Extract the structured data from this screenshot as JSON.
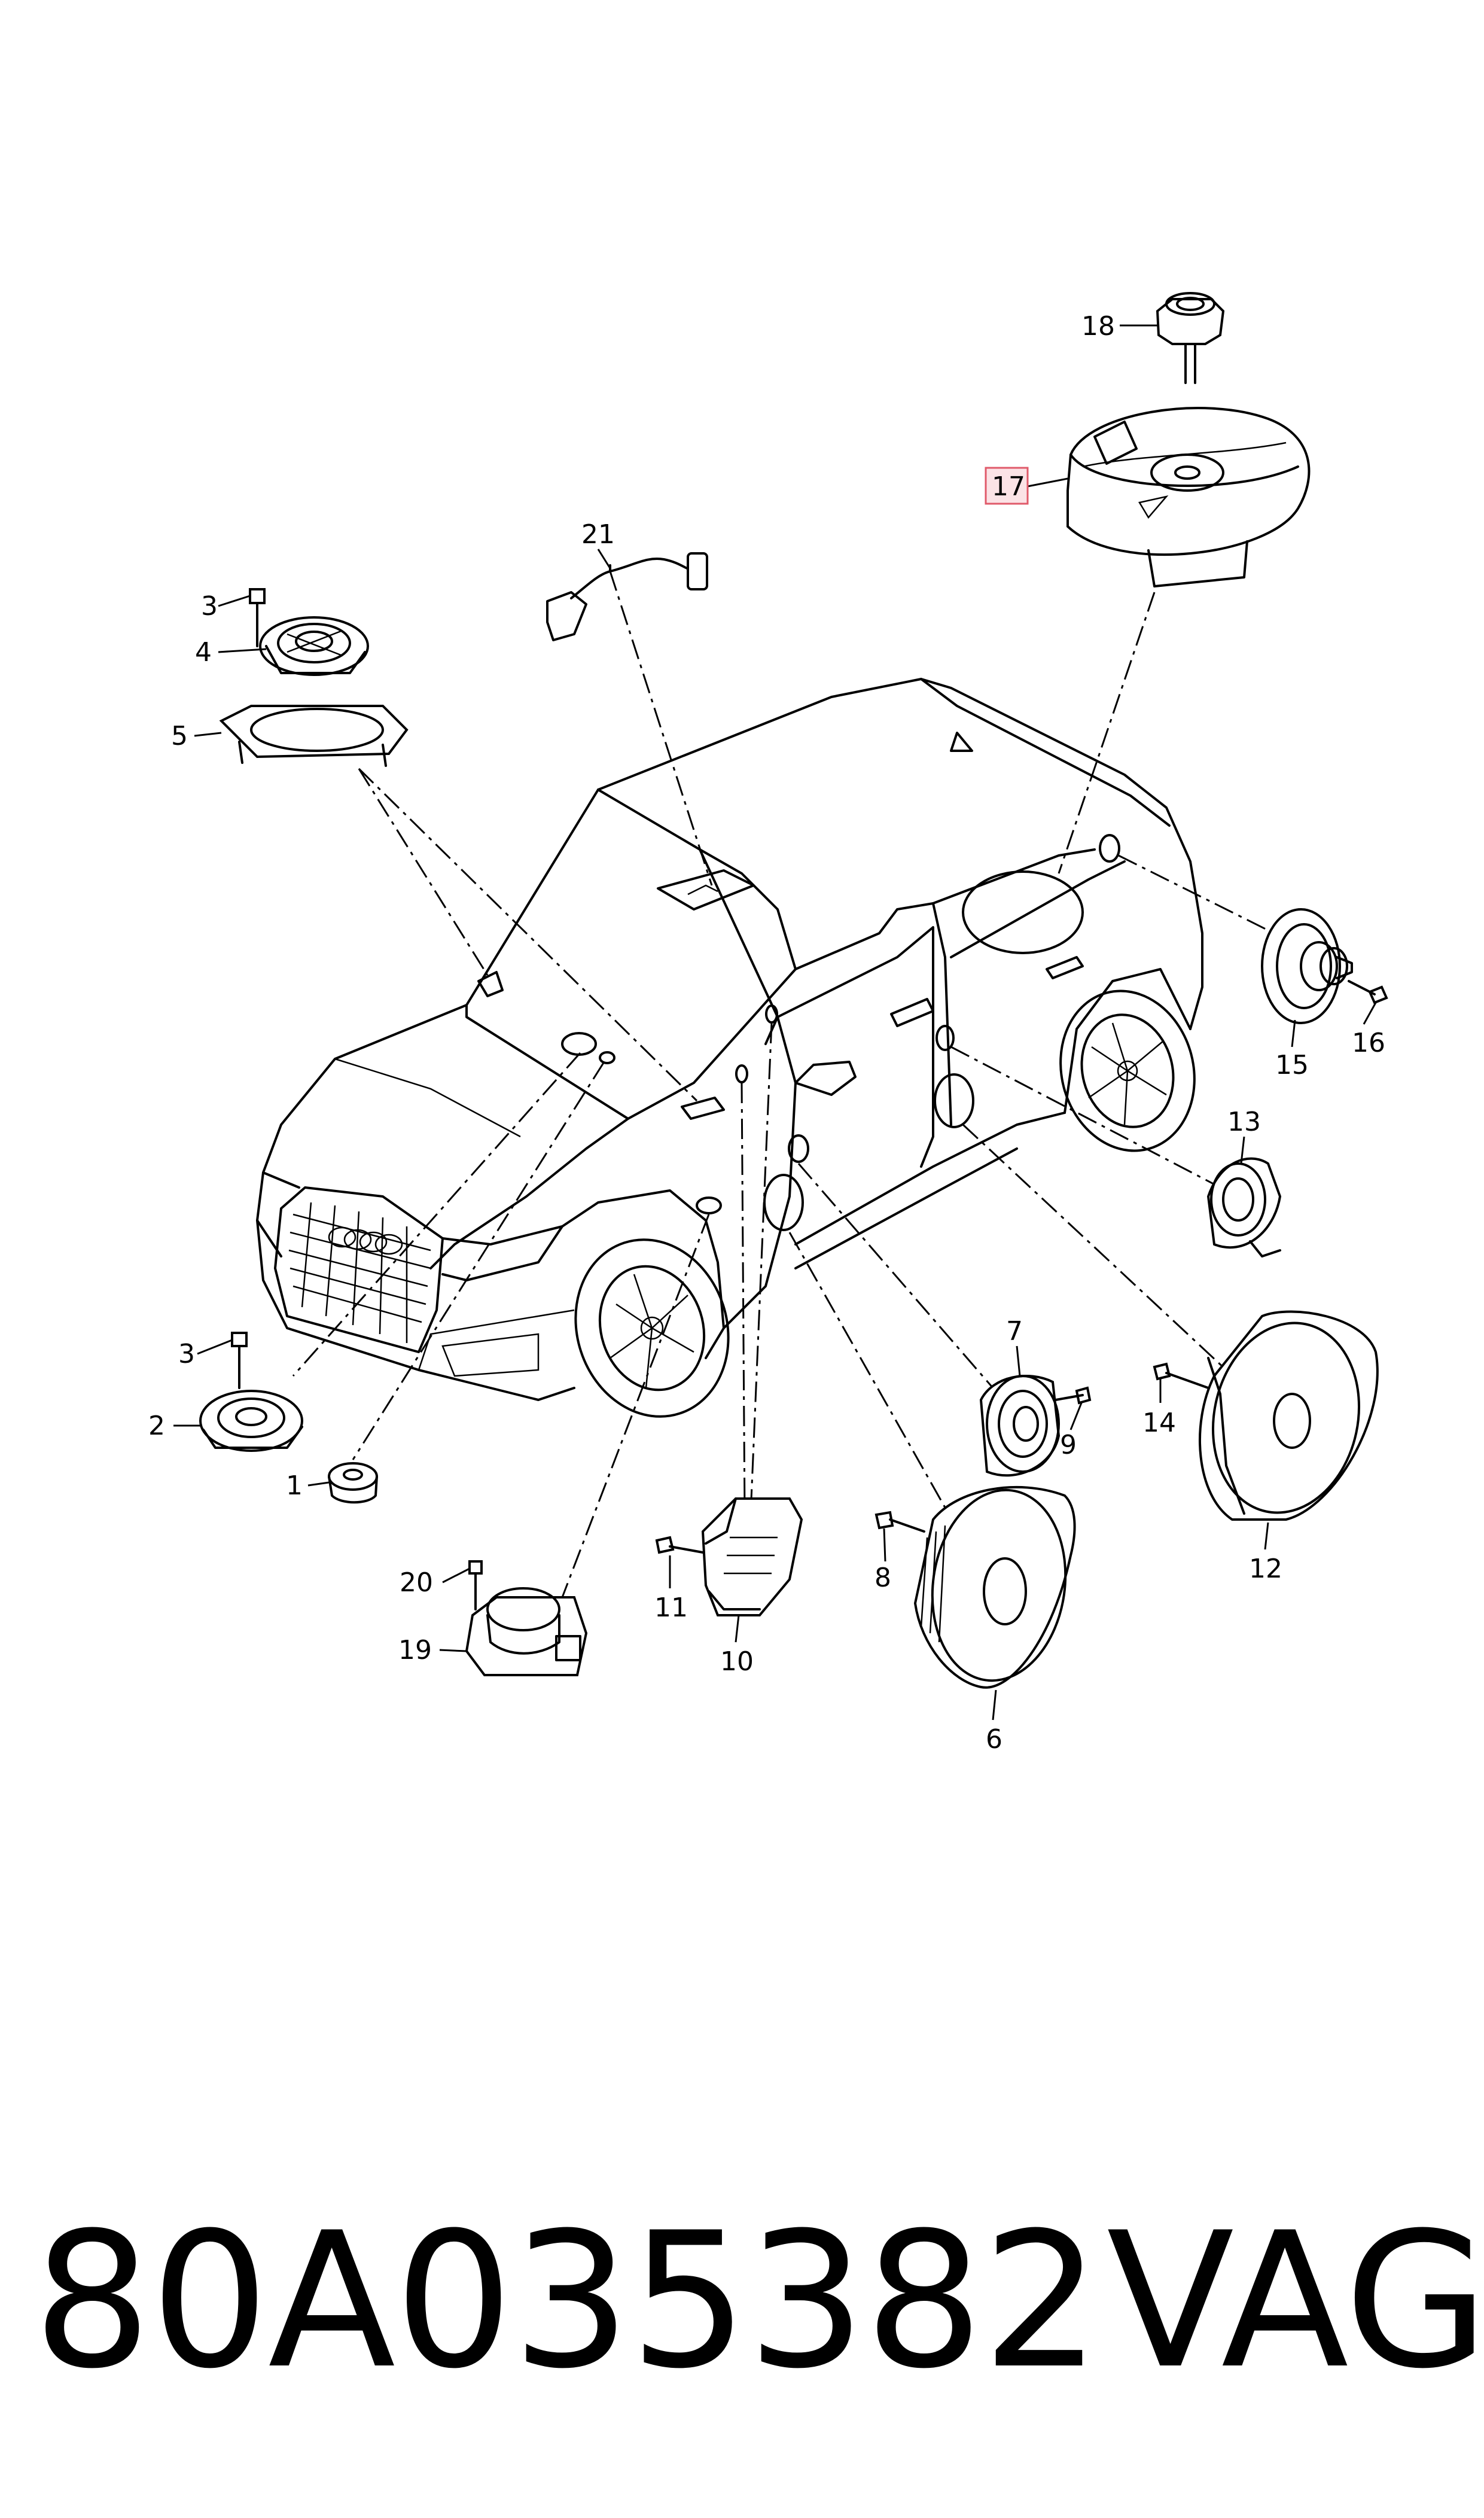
{
  "diagram": {
    "callouts": {
      "c1": "1",
      "c2": "2",
      "c3a": "3",
      "c3b": "3",
      "c4": "4",
      "c5": "5",
      "c6": "6",
      "c7": "7",
      "c8": "8",
      "c9": "9",
      "c10": "10",
      "c11": "11",
      "c12": "12",
      "c13": "13",
      "c14": "14",
      "c15": "15",
      "c16": "16",
      "c17": "17",
      "c18": "18",
      "c19": "19",
      "c20": "20",
      "c21": "21"
    },
    "highlight_color": "#e05a6a"
  },
  "footer": {
    "part_number": "80A035382",
    "brand": "VAG"
  }
}
